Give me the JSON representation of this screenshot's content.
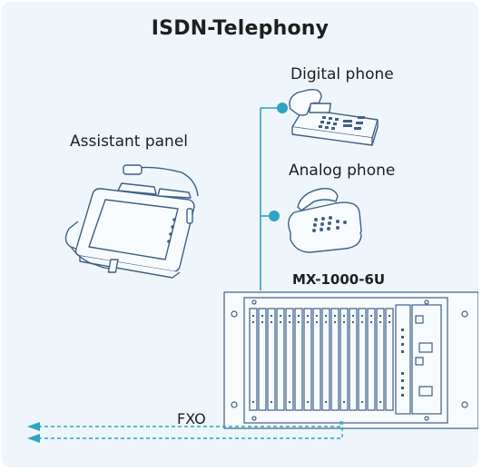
{
  "diagram": {
    "title": "ISDN-Telephony",
    "nodes": {
      "digital_phone": "Digital phone",
      "analog_phone": "Analog phone",
      "assistant_panel": "Assistant panel",
      "server": "MX-1000-6U",
      "fxo_link": "FXO"
    },
    "colors": {
      "background": "#eef6fb",
      "line_art": "#3f5f86",
      "connector": "#2ea4c2",
      "text": "#1e1e1e"
    },
    "icons": [
      "digital-phone-icon",
      "analog-phone-icon",
      "tablet-panel-icon",
      "server-rack-icon",
      "arrow-left-icon"
    ]
  }
}
